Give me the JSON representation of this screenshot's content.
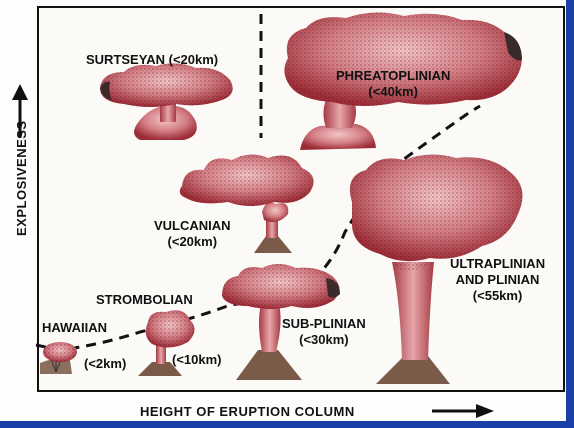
{
  "axes": {
    "y_title": "EXPLOSIVENESS",
    "x_title": "HEIGHT OF ERUPTION COLUMN"
  },
  "eruption_types": [
    {
      "name": "HAWAIIAN",
      "height": "(<2km)"
    },
    {
      "name": "STROMBOLIAN",
      "height": "(<10km)"
    },
    {
      "name": "VULCANIAN",
      "height": "(<20km)"
    },
    {
      "name": "SURTSEYAN",
      "height": "(<20km)"
    },
    {
      "name": "SUB-PLINIAN",
      "height": "(<30km)"
    },
    {
      "name": "PHREATOPLINIAN",
      "height": "(<40km)"
    },
    {
      "name": "ULTRAPLINIAN",
      "name2": "AND PLINIAN",
      "height": "(<55km)"
    }
  ],
  "colors": {
    "plume_dark": "#8a1f2a",
    "plume_mid": "#c9606a",
    "plume_light": "#f0c2c2",
    "cone": "#7a5a48",
    "frame": "#1a3fa8"
  }
}
